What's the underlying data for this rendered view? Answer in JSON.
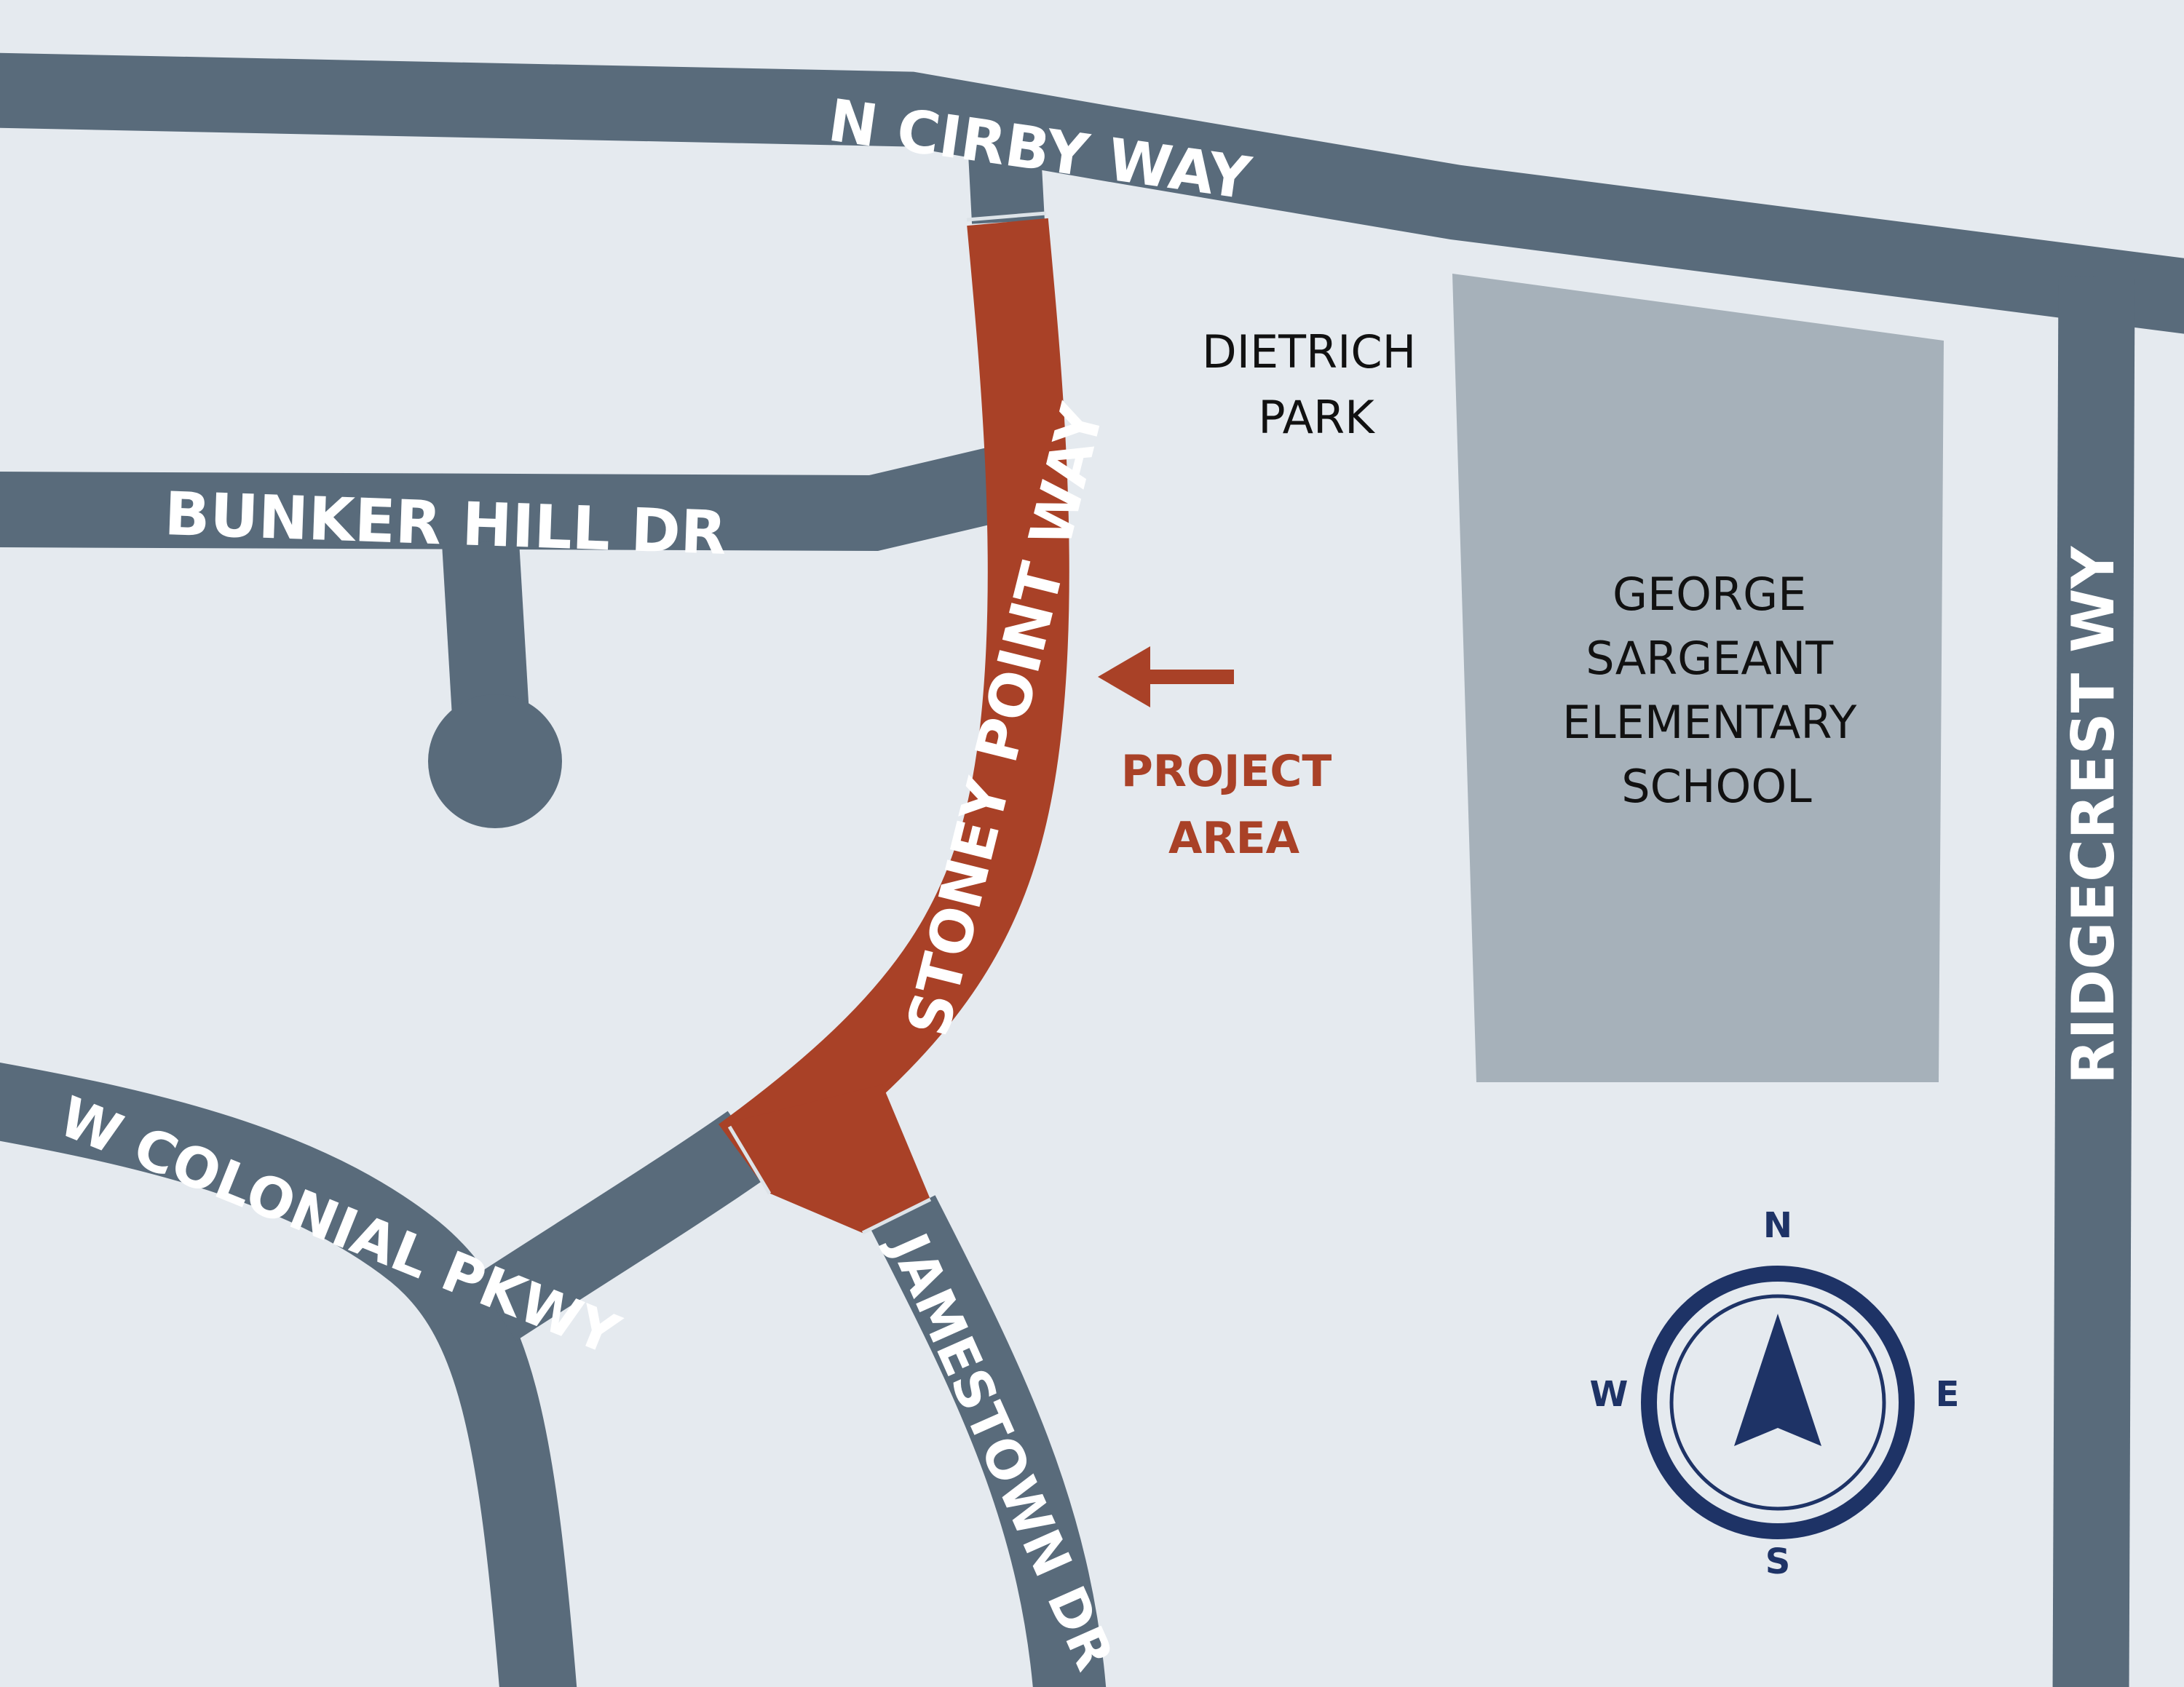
{
  "colors": {
    "background": "#e5eaef",
    "road": "#596b7b",
    "project": "#a94127",
    "school": "#a6b1ba",
    "compass": "#1e3366",
    "road_label": "#ffffff",
    "poi_label": "#111111"
  },
  "streets": {
    "n_cirby_way": "N CIRBY WAY",
    "bunker_hill_dr": "BUNKER HILL DR",
    "stoney_point_way": "STONEY POINT WAY",
    "w_colonial_pkwy": "W COLONIAL PKWY",
    "jamestown_dr": "JAMESTOWN DR",
    "ridgecrest_wy": "RIDGECREST WY"
  },
  "places": {
    "park": [
      "DIETRICH",
      "PARK"
    ],
    "school": [
      "GEORGE",
      "SARGEANT",
      "ELEMENTARY",
      "SCHOOL"
    ]
  },
  "project_area": {
    "lines": [
      "PROJECT",
      "AREA"
    ],
    "arrow_icon": "left-arrow-icon"
  },
  "compass": {
    "icon": "compass-icon",
    "n": "N",
    "s": "S",
    "e": "E",
    "w": "W"
  }
}
